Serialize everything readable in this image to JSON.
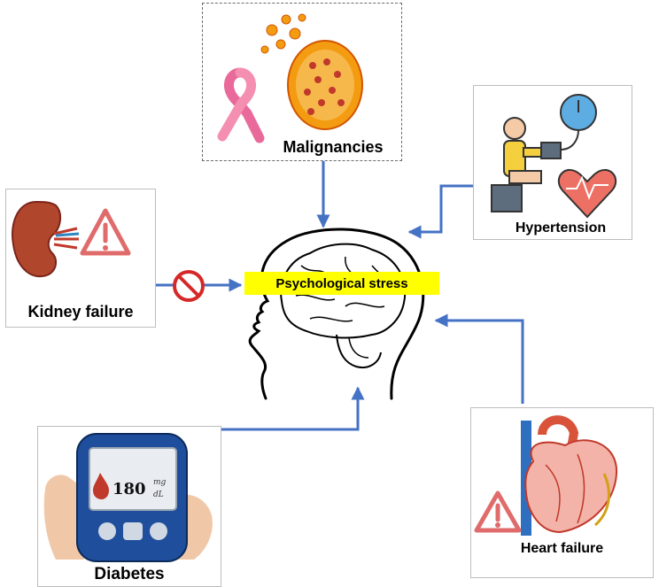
{
  "diagram": {
    "center_label": "Psychological stress",
    "factors": {
      "malignancies": "Malignancies",
      "hypertension": "Hypertension",
      "kidney_failure": "Kidney failure",
      "diabetes": "Diabetes",
      "heart_failure": "Heart failure"
    },
    "glucose_meter": {
      "reading": "180",
      "unit_top": "mg",
      "unit_bottom": "dL"
    },
    "colors": {
      "arrow": "#4472c4",
      "label_bg": "#ffff00",
      "warning": "#e06b6b",
      "prohibition": "#d62828"
    }
  }
}
